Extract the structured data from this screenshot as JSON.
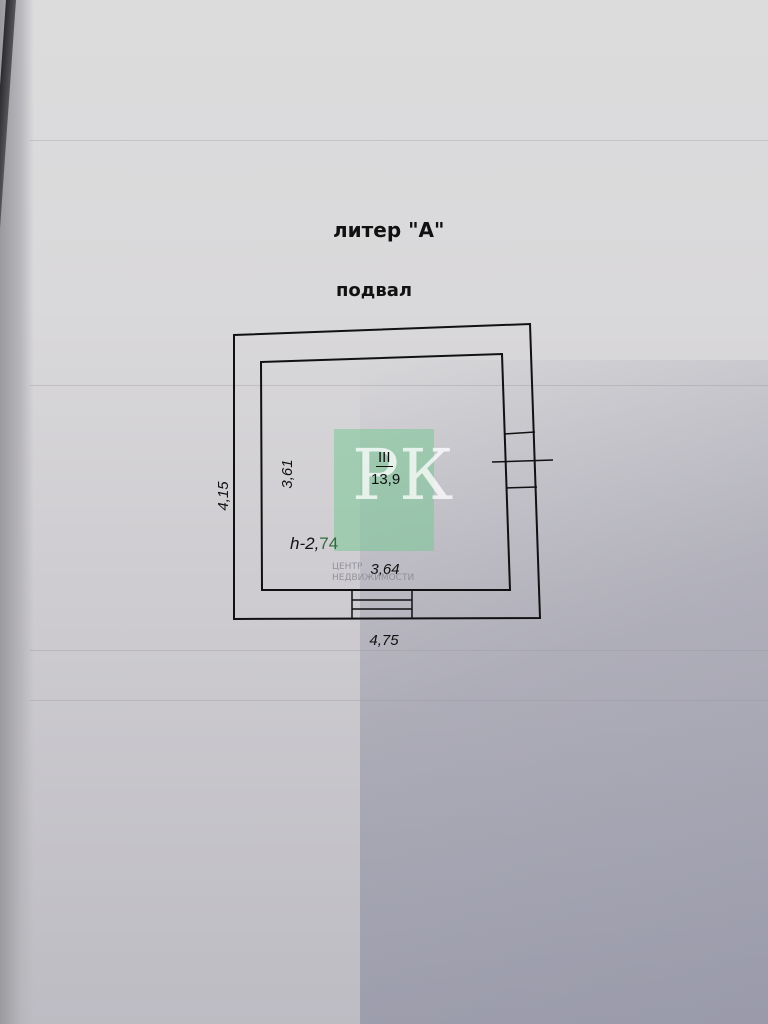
{
  "title": "литер \"А\"",
  "subtitle": "подвал",
  "room": {
    "number": "III",
    "area": "13,9",
    "height_prefix": "h-2,",
    "height_suffix": "74"
  },
  "dimensions": {
    "outer_width": "4,75",
    "outer_height": "4,15",
    "inner_width": "3,64",
    "inner_height": "3,61"
  },
  "watermark": {
    "letters": "РК",
    "caption_line1": "ЦЕНТР",
    "caption_line2": "НЕДВИЖИМОСТИ"
  },
  "colors": {
    "watermark": "#78c896",
    "line": "#111111"
  }
}
